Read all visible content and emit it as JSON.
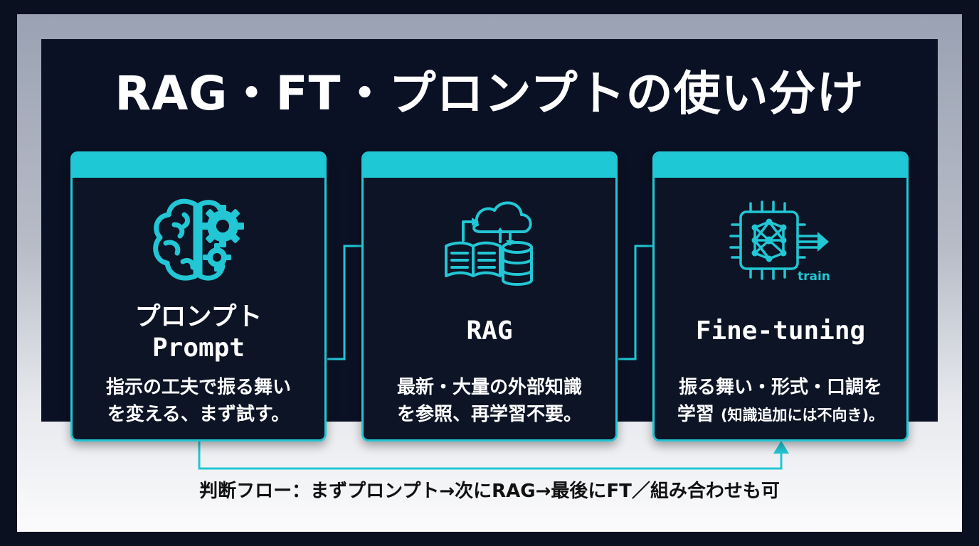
{
  "title": "RAG・FT・プロンプトの使い分け",
  "colors": {
    "accent": "#22c6d4",
    "panel": "#0b1124",
    "text": "#ffffff"
  },
  "cards": [
    {
      "icon": "brain-gear-icon",
      "name_line1": "プロンプト",
      "name_line2": "Prompt",
      "desc_line1": "指示の工夫で振る舞い",
      "desc_line2": "を変える、まず試す。"
    },
    {
      "icon": "book-cloud-database-icon",
      "name_line1": "RAG",
      "desc_line1": "最新・大量の外部知識",
      "desc_line2": "を参照、再学習不要。"
    },
    {
      "icon": "neural-chip-icon",
      "icon_label": "train",
      "name_line1": "Fine-tuning",
      "desc_line1": "振る舞い・形式・口調を",
      "desc_line2_main": "学習",
      "desc_line2_small": "(知識追加には不向き)。"
    }
  ],
  "flow_text": "判断フロー：まずプロンプト→次にRAG→最後にFT／組み合わせも可"
}
